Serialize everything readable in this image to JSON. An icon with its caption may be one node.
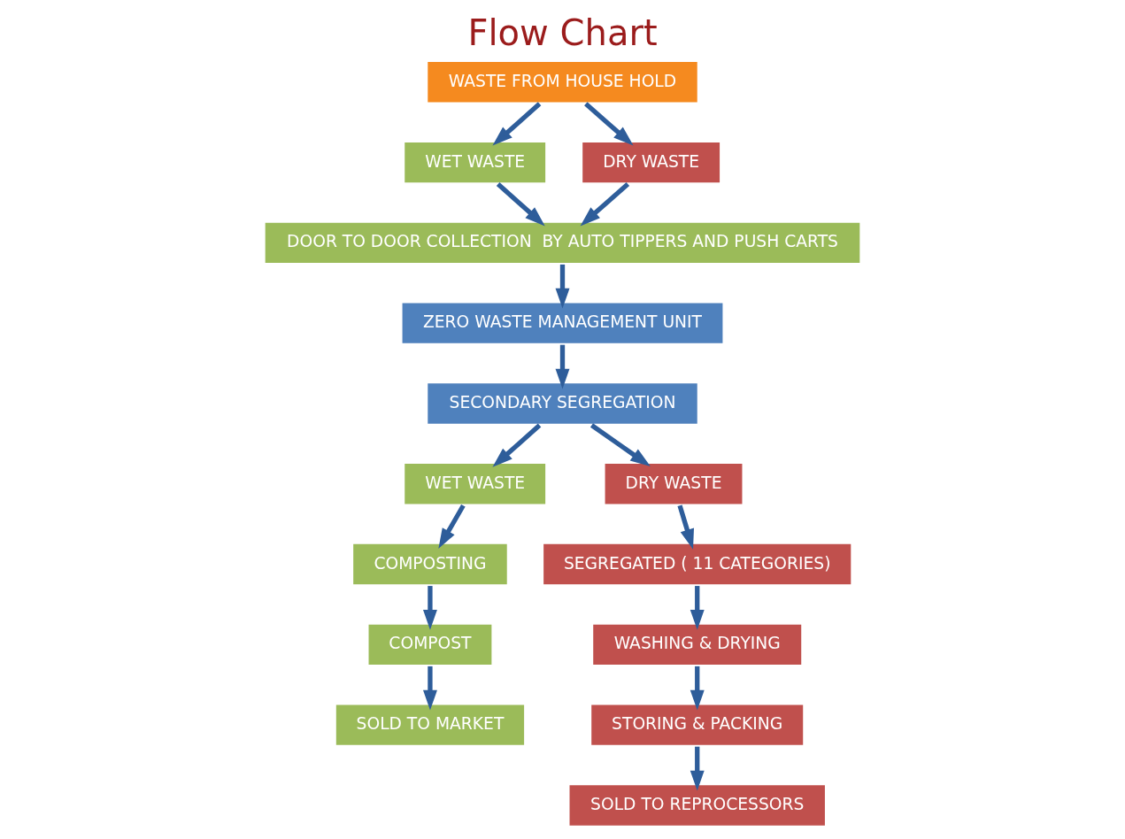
{
  "diagram": {
    "title": "Flow Chart",
    "nodes": [
      {
        "text": [
          "WASTE FROM HOUSE HOLD"
        ]
      },
      {
        "text": [
          "WET WASTE"
        ]
      },
      {
        "text": [
          "DRY WASTE"
        ]
      },
      {
        "text": [
          "DOOR TO DOOR COLLECTION  BY AUTO TIPPERS AND PUSH CARTS"
        ]
      },
      {
        "text": [
          "ZERO WASTE MANAGEMENT UNIT"
        ]
      },
      {
        "text": [
          "SECONDARY SEGREGATION"
        ]
      },
      {
        "text": [
          "SOLD TO MARKET"
        ]
      },
      {
        "text": [
          "COMPOST"
        ]
      },
      {
        "text": [
          "COMPOSTING"
        ]
      },
      {
        "text": [
          "WET WASTE"
        ]
      },
      {
        "text": [
          "SOLD TO REPROCESSORS"
        ]
      },
      {
        "text": [
          "STORING & PACKING"
        ]
      },
      {
        "text": [
          "WASHING & DRYING"
        ]
      },
      {
        "text": [
          "SEGREGATED ( 11 CATEGORIES)"
        ]
      },
      {
        "text": [
          "DRY WASTE"
        ]
      }
    ],
    "edges": [
      {
        "from": 0,
        "to": 1,
        "arrow": "to"
      },
      {
        "from": 0,
        "to": 2,
        "arrow": "to"
      },
      {
        "from": 1,
        "to": 3,
        "arrow": "to"
      },
      {
        "from": 2,
        "to": 3,
        "arrow": "to"
      },
      {
        "from": 3,
        "to": 4,
        "arrow": "to"
      },
      {
        "from": 4,
        "to": 5,
        "arrow": "to"
      },
      {
        "from": 5,
        "to": 9,
        "arrow": "to"
      },
      {
        "from": 5,
        "to": 14,
        "arrow": "to"
      },
      {
        "from": 9,
        "to": 8,
        "arrow": "to"
      },
      {
        "from": 8,
        "to": 7,
        "arrow": "to"
      },
      {
        "from": 7,
        "to": 6,
        "arrow": "to"
      },
      {
        "from": 14,
        "to": 13,
        "arrow": "to"
      },
      {
        "from": 13,
        "to": 12,
        "arrow": "to"
      },
      {
        "from": 12,
        "to": 11,
        "arrow": "to"
      },
      {
        "from": 11,
        "to": 10,
        "arrow": "to"
      }
    ]
  }
}
